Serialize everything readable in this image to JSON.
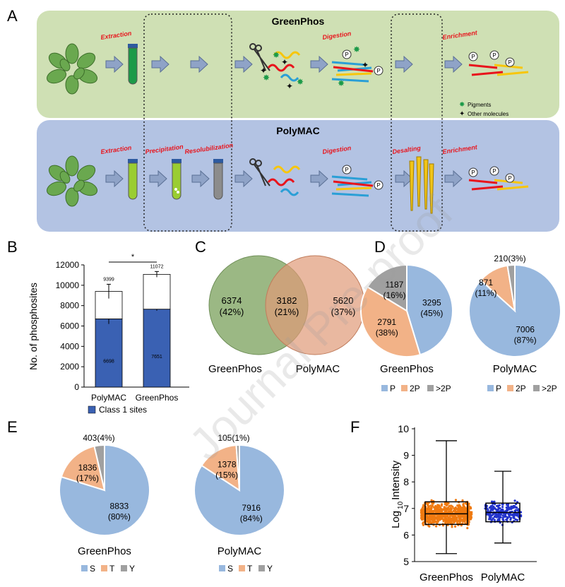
{
  "panel_letters": [
    "A",
    "B",
    "C",
    "D",
    "E",
    "F"
  ],
  "watermark": "Journal Pre-proof",
  "panel_a": {
    "greenphos": {
      "title": "GreenPhos",
      "steps": [
        "Extraction",
        "Digestion",
        "Enrichment"
      ],
      "legend": [
        "Pigments",
        "Other molecules"
      ]
    },
    "polymac": {
      "title": "PolyMAC",
      "steps": [
        "Extraction",
        "Precipitation",
        "Resolubilization",
        "Digestion",
        "Desalting",
        "Enrichment"
      ]
    },
    "phospho_label": "P",
    "colors": {
      "green_band": "#cfe0b4",
      "blue_band": "#b3c3e3",
      "step_label": "#e8141c",
      "arrow": "#8fa3c7"
    }
  },
  "chart_data": [
    {
      "panel": "B",
      "type": "bar",
      "stacked": true,
      "categories": [
        "PolyMAC",
        "GreenPhos"
      ],
      "series": [
        {
          "name": "Class 1 sites",
          "values": [
            6698,
            7651
          ],
          "error": [
            500,
            150
          ],
          "color": "#3a61b3"
        },
        {
          "name": "",
          "values": [
            2701,
            3421
          ],
          "error": [
            700,
            280
          ],
          "color": "#ffffff"
        }
      ],
      "totals": [
        9399,
        11072
      ],
      "significance": "*",
      "ylabel": "No. of phosphosites",
      "ylim": [
        0,
        12000
      ],
      "yticks": [
        0,
        2000,
        4000,
        6000,
        8000,
        10000,
        12000
      ],
      "legend": "bottom"
    },
    {
      "panel": "C",
      "type": "venn",
      "sets": [
        "GreenPhos",
        "PolyMAC"
      ],
      "regions": [
        {
          "region": "GreenPhos only",
          "value": 6374,
          "percent": "(42%)"
        },
        {
          "region": "both",
          "value": 3182,
          "percent": "(21%)"
        },
        {
          "region": "PolyMAC only",
          "value": 5620,
          "percent": "(37%)"
        }
      ],
      "colors": [
        "#8aab6e",
        "#df9a78"
      ]
    },
    {
      "panel": "D",
      "type": "pie",
      "title": "GreenPhos",
      "slices": [
        {
          "label": "P",
          "value": 3295,
          "percent": "(45%)",
          "color": "#98b8de"
        },
        {
          "label": "2P",
          "value": 2791,
          "percent": "(38%)",
          "color": "#f2b287"
        },
        {
          "label": ">2P",
          "value": 1187,
          "percent": "(16%)",
          "color": "#a0a0a0"
        }
      ],
      "legend": "bottom"
    },
    {
      "panel": "D",
      "type": "pie",
      "title": "PolyMAC",
      "slices": [
        {
          "label": "P",
          "value": 7006,
          "percent": "(87%)",
          "color": "#98b8de"
        },
        {
          "label": "2P",
          "value": 871,
          "percent": "(11%)",
          "color": "#f2b287"
        },
        {
          "label": ">2P",
          "value": 210,
          "percent": "(3%)",
          "color": "#a0a0a0"
        }
      ],
      "legend": "bottom"
    },
    {
      "panel": "E",
      "type": "pie",
      "title": "GreenPhos",
      "slices": [
        {
          "label": "S",
          "value": 8833,
          "percent": "(80%)",
          "color": "#98b8de"
        },
        {
          "label": "T",
          "value": 1836,
          "percent": "(17%)",
          "color": "#f2b287"
        },
        {
          "label": "Y",
          "value": 403,
          "percent": "(4%)",
          "color": "#a0a0a0"
        }
      ],
      "legend": "bottom"
    },
    {
      "panel": "E",
      "type": "pie",
      "title": "PolyMAC",
      "slices": [
        {
          "label": "S",
          "value": 7916,
          "percent": "(84%)",
          "color": "#98b8de"
        },
        {
          "label": "T",
          "value": 1378,
          "percent": "(15%)",
          "color": "#f2b287"
        },
        {
          "label": "Y",
          "value": 105,
          "percent": "(1%)",
          "color": "#a0a0a0"
        }
      ],
      "legend": "bottom"
    },
    {
      "panel": "F",
      "type": "box",
      "categories": [
        "GreenPhos",
        "PolyMAC"
      ],
      "ylabel": "Log 10 Intensity",
      "ylabel_parts": [
        "Log",
        "10",
        "Intensity"
      ],
      "ylim": [
        5,
        10
      ],
      "yticks": [
        5,
        6,
        7,
        8,
        9,
        10
      ],
      "boxes": [
        {
          "name": "GreenPhos",
          "min": 5.3,
          "q1": 6.4,
          "median": 6.8,
          "q3": 7.25,
          "max": 9.55,
          "points_color": "#f07a10"
        },
        {
          "name": "PolyMAC",
          "min": 5.7,
          "q1": 6.5,
          "median": 6.85,
          "q3": 7.2,
          "max": 8.4,
          "points_color": "#2233cc"
        }
      ]
    }
  ]
}
